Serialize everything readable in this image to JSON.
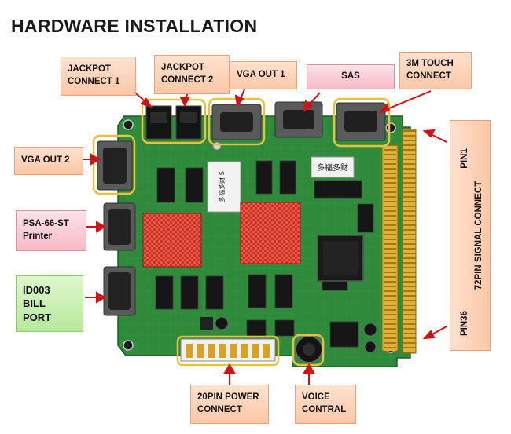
{
  "title": "HARDWARE INSTALLATION",
  "labels": {
    "jackpot1": [
      "JACKPOT",
      "CONNECT 1"
    ],
    "jackpot2": [
      "JACKPOT",
      "CONNECT 2"
    ],
    "vga1": "VGA OUT 1",
    "sas": "SAS",
    "touch": [
      "3M TOUCH",
      "CONNECT"
    ],
    "vga2": "VGA OUT 2",
    "printer": [
      "PSA-66-ST",
      "Printer"
    ],
    "bill": [
      "ID003",
      "BILL",
      "PORT"
    ],
    "power": [
      "20PIN POWER",
      "CONNECT"
    ],
    "voice": [
      "VOICE",
      "CONTRAL"
    ],
    "pin1": "PIN1",
    "pin36": "PIN36",
    "signal": "72PIN SIGNAL CONNECT"
  },
  "chip_markings": {
    "label_a": "多福多财",
    "label_b": "多福多财 S"
  },
  "colors": {
    "board": "#2f8a3c",
    "board_dark": "#1f6b2b",
    "heatsink": "#e04030",
    "gold": "#c89a1c",
    "callout": "#d41010",
    "highlight": "#e8c23a"
  }
}
